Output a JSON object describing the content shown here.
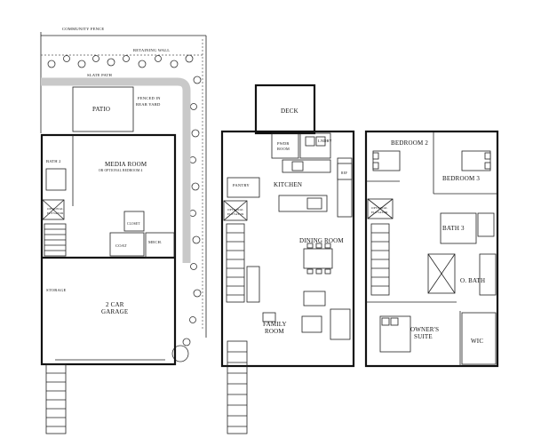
{
  "site": {
    "community_fence": "COMMUNITY FENCE",
    "retaining_wall": "RETAINING WALL",
    "slate_path": "SLATE PATH",
    "patio": "PATIO",
    "fenced_rear_yard": [
      "FENCED IN",
      "REAR YARD"
    ]
  },
  "ground_floor": {
    "bath2": "BATH 2",
    "media_room": "MEDIA ROOM",
    "media_room_option": "OR OPTIONAL BEDROOM 4",
    "closet": "CLOSET",
    "coat": "COAT",
    "mech": "MECH.",
    "optional_elevator": [
      "OPTIONAL",
      "ELEVATOR"
    ],
    "storage": "STORAGE",
    "garage": [
      "2 CAR",
      "GARAGE"
    ]
  },
  "main_floor": {
    "deck": "DECK",
    "pwdr_room": [
      "PWDR",
      "ROOM"
    ],
    "lndry": "LNDRY",
    "ref": "REF",
    "pantry": "PANTRY",
    "kitchen": "KITCHEN",
    "optional_elevator": [
      "OPTIONAL",
      "ELEVATOR"
    ],
    "dining_room": "DINING ROOM",
    "family_room": [
      "FAMILY",
      "ROOM"
    ]
  },
  "upper_floor": {
    "bedroom2": "BEDROOM 2",
    "bedroom3": "BEDROOM 3",
    "optional_elevator": [
      "OPTIONAL",
      "ELEVATOR"
    ],
    "bath3": "BATH 3",
    "o_bath": "O. BATH",
    "owners_suite": [
      "OWNER'S",
      "SUITE"
    ],
    "wic": "WIC"
  }
}
